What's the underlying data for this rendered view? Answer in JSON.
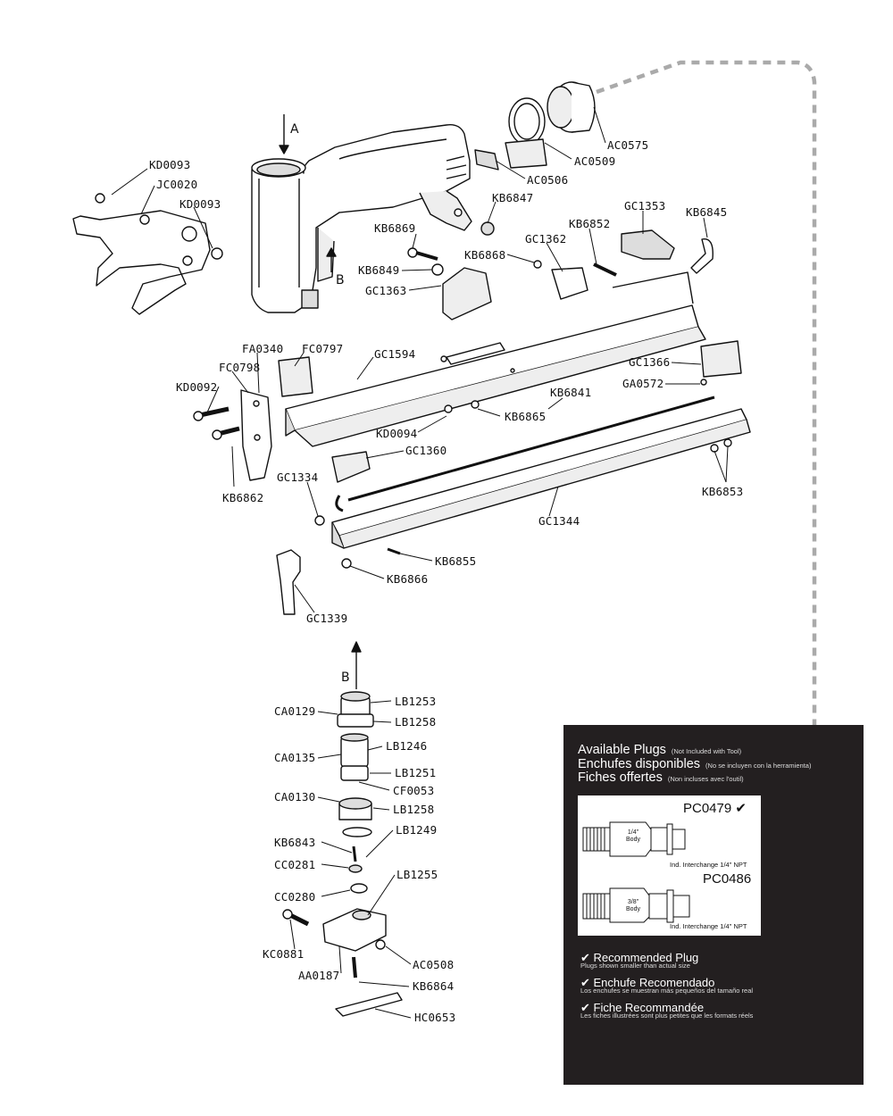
{
  "markers": {
    "a_top": "A",
    "b_top": "B",
    "b_bottom": "B"
  },
  "parts": [
    "AC0575",
    "AC0509",
    "AC0506",
    "KB6847",
    "KD0093",
    "JC0020",
    "KD0093",
    "KB6869",
    "KB6849",
    "GC1363",
    "KB6868",
    "GC1362",
    "KB6852",
    "GC1353",
    "KB6845",
    "FA0340",
    "FC0797",
    "FC0798",
    "GC1594",
    "KD0092",
    "GC1366",
    "GA0572",
    "KB6841",
    "KB6865",
    "KD0094",
    "GC1360",
    "KB6862",
    "GC1334",
    "KB6853",
    "GC1344",
    "KB6855",
    "KB6866",
    "GC1339",
    "LB1253",
    "CA0129",
    "LB1258",
    "LB1246",
    "CA0135",
    "LB1251",
    "CF0053",
    "CA0130",
    "LB1258",
    "KB6843",
    "LB1249",
    "CC0281",
    "LB1255",
    "CC0280",
    "KC0881",
    "AA0187",
    "AC0508",
    "KB6864",
    "HC0653"
  ],
  "plug_panel": {
    "headings": [
      {
        "title": "Available Plugs",
        "note": "(Not Included with Tool)"
      },
      {
        "title": "Enchufes disponibles",
        "note": "(No se incluyen con la herramienta)"
      },
      {
        "title": "Fiches offertes",
        "note": "(Non incluses avec l'outil)"
      }
    ],
    "plugs": [
      {
        "code": "PC0479",
        "check": "✔",
        "body": "1/4\" Body",
        "note": "Ind. Interchange 1/4\" NPT"
      },
      {
        "code": "PC0486",
        "check": "",
        "body": "3/8\" Body",
        "note": "Ind. Interchange 1/4\" NPT"
      }
    ],
    "recommended": [
      {
        "title": "✔ Recommended Plug",
        "note": "Plugs shown smaller than actual size"
      },
      {
        "title": "✔ Enchufe Recomendado",
        "note": "Los enchufes se muestran más pequeños del tamaño real"
      },
      {
        "title": "✔ Fiche Recommandée",
        "note": "Les fiches illustrées sont plus petites que les formats réels"
      }
    ]
  }
}
